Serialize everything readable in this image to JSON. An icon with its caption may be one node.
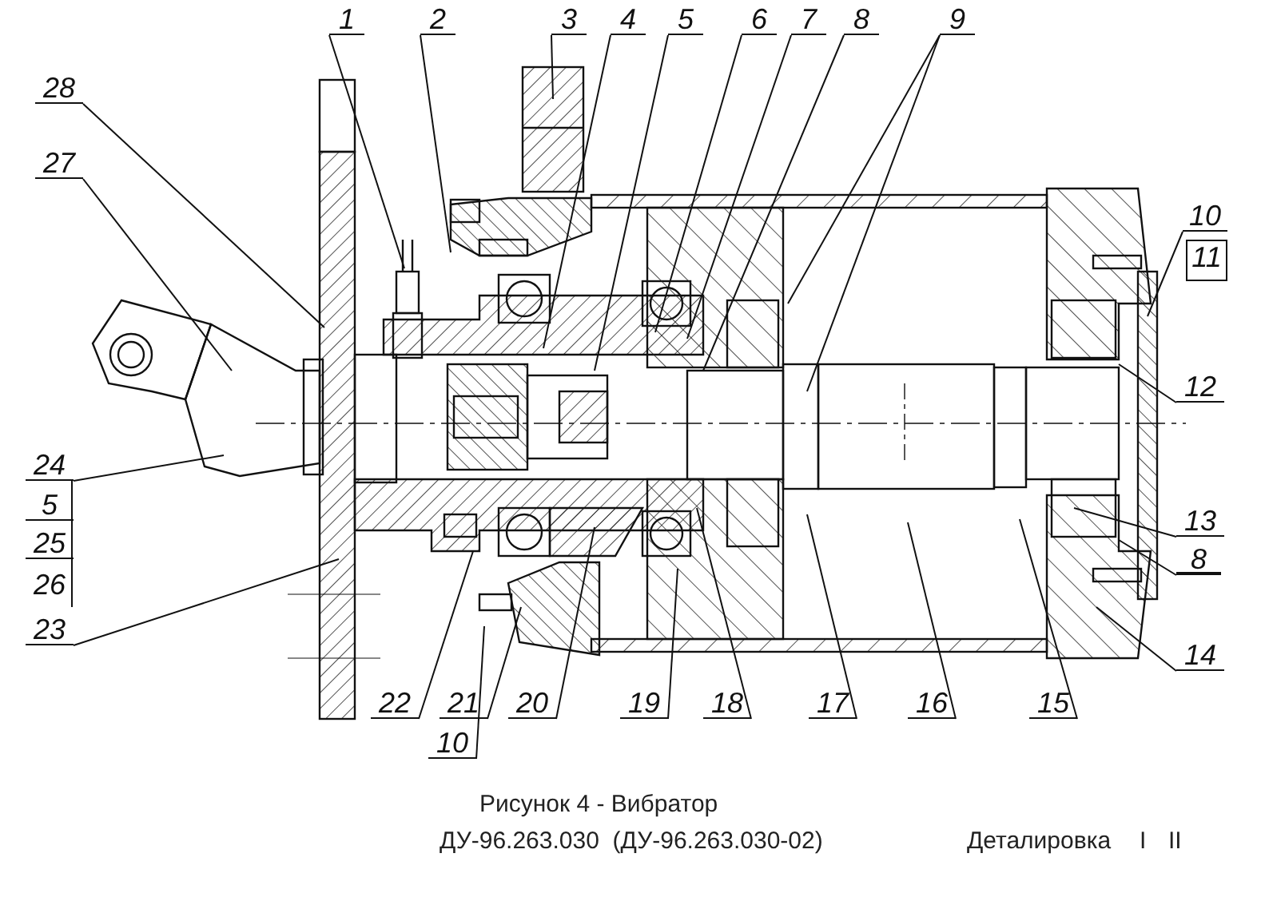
{
  "diagram": {
    "caption": "Рисунок 4 - Вибратор",
    "nodes": [
      {
        "text": [
          "1"
        ]
      },
      {
        "text": [
          "2"
        ]
      },
      {
        "text": [
          "3"
        ]
      },
      {
        "text": [
          "4"
        ]
      },
      {
        "text": [
          "5"
        ]
      },
      {
        "text": [
          "6"
        ]
      },
      {
        "text": [
          "7"
        ]
      },
      {
        "text": [
          "8"
        ]
      },
      {
        "text": [
          "9"
        ]
      },
      {
        "text": [
          "28"
        ]
      },
      {
        "text": [
          "27"
        ]
      },
      {
        "text": [
          "24"
        ]
      },
      {
        "text": [
          "5"
        ]
      },
      {
        "text": [
          "25"
        ]
      },
      {
        "text": [
          "26"
        ]
      },
      {
        "text": [
          "23"
        ]
      },
      {
        "text": [
          "10"
        ]
      },
      {
        "text": [
          "11"
        ]
      },
      {
        "text": [
          "12"
        ]
      },
      {
        "text": [
          "13"
        ]
      },
      {
        "text": [
          "8"
        ]
      },
      {
        "text": [
          "14"
        ]
      },
      {
        "text": [
          "22"
        ]
      },
      {
        "text": [
          "21"
        ]
      },
      {
        "text": [
          "10"
        ]
      },
      {
        "text": [
          "20"
        ]
      },
      {
        "text": [
          "19"
        ]
      },
      {
        "text": [
          "18"
        ]
      },
      {
        "text": [
          "17"
        ]
      },
      {
        "text": [
          "16"
        ]
      },
      {
        "text": [
          "15"
        ]
      }
    ],
    "edges": [
      {
        "from": 0,
        "to": null,
        "arrow": "none"
      },
      {
        "from": 1,
        "to": null,
        "arrow": "none"
      },
      {
        "from": 2,
        "to": null,
        "arrow": "none"
      },
      {
        "from": 3,
        "to": null,
        "arrow": "none"
      },
      {
        "from": 4,
        "to": null,
        "arrow": "none"
      },
      {
        "from": 5,
        "to": null,
        "arrow": "none"
      },
      {
        "from": 6,
        "to": null,
        "arrow": "none"
      },
      {
        "from": 7,
        "to": null,
        "arrow": "none"
      },
      {
        "from": 8,
        "to": null,
        "arrow": "none"
      },
      {
        "from": 8,
        "to": null,
        "arrow": "none"
      },
      {
        "from": 9,
        "to": null,
        "arrow": "none"
      },
      {
        "from": 10,
        "to": null,
        "arrow": "none"
      },
      {
        "from": 11,
        "to": null,
        "arrow": "none"
      },
      {
        "from": 15,
        "to": null,
        "arrow": "none"
      },
      {
        "from": 16,
        "to": null,
        "arrow": "none"
      },
      {
        "from": 18,
        "to": null,
        "arrow": "none"
      },
      {
        "from": 19,
        "to": null,
        "arrow": "none"
      },
      {
        "from": 20,
        "to": null,
        "arrow": "none"
      },
      {
        "from": 21,
        "to": null,
        "arrow": "none"
      },
      {
        "from": 22,
        "to": null,
        "arrow": "none"
      },
      {
        "from": 23,
        "to": null,
        "arrow": "none"
      },
      {
        "from": 24,
        "to": null,
        "arrow": "none"
      },
      {
        "from": 25,
        "to": null,
        "arrow": "none"
      },
      {
        "from": 26,
        "to": null,
        "arrow": "none"
      },
      {
        "from": 27,
        "to": null,
        "arrow": "none"
      },
      {
        "from": 28,
        "to": null,
        "arrow": "none"
      },
      {
        "from": 29,
        "to": null,
        "arrow": "none"
      },
      {
        "from": 30,
        "to": null,
        "arrow": "none"
      }
    ],
    "labels": [
      "ДУ-96.263.030  (ДУ-96.263.030-02)",
      "Деталировка",
      "I",
      "II"
    ]
  }
}
